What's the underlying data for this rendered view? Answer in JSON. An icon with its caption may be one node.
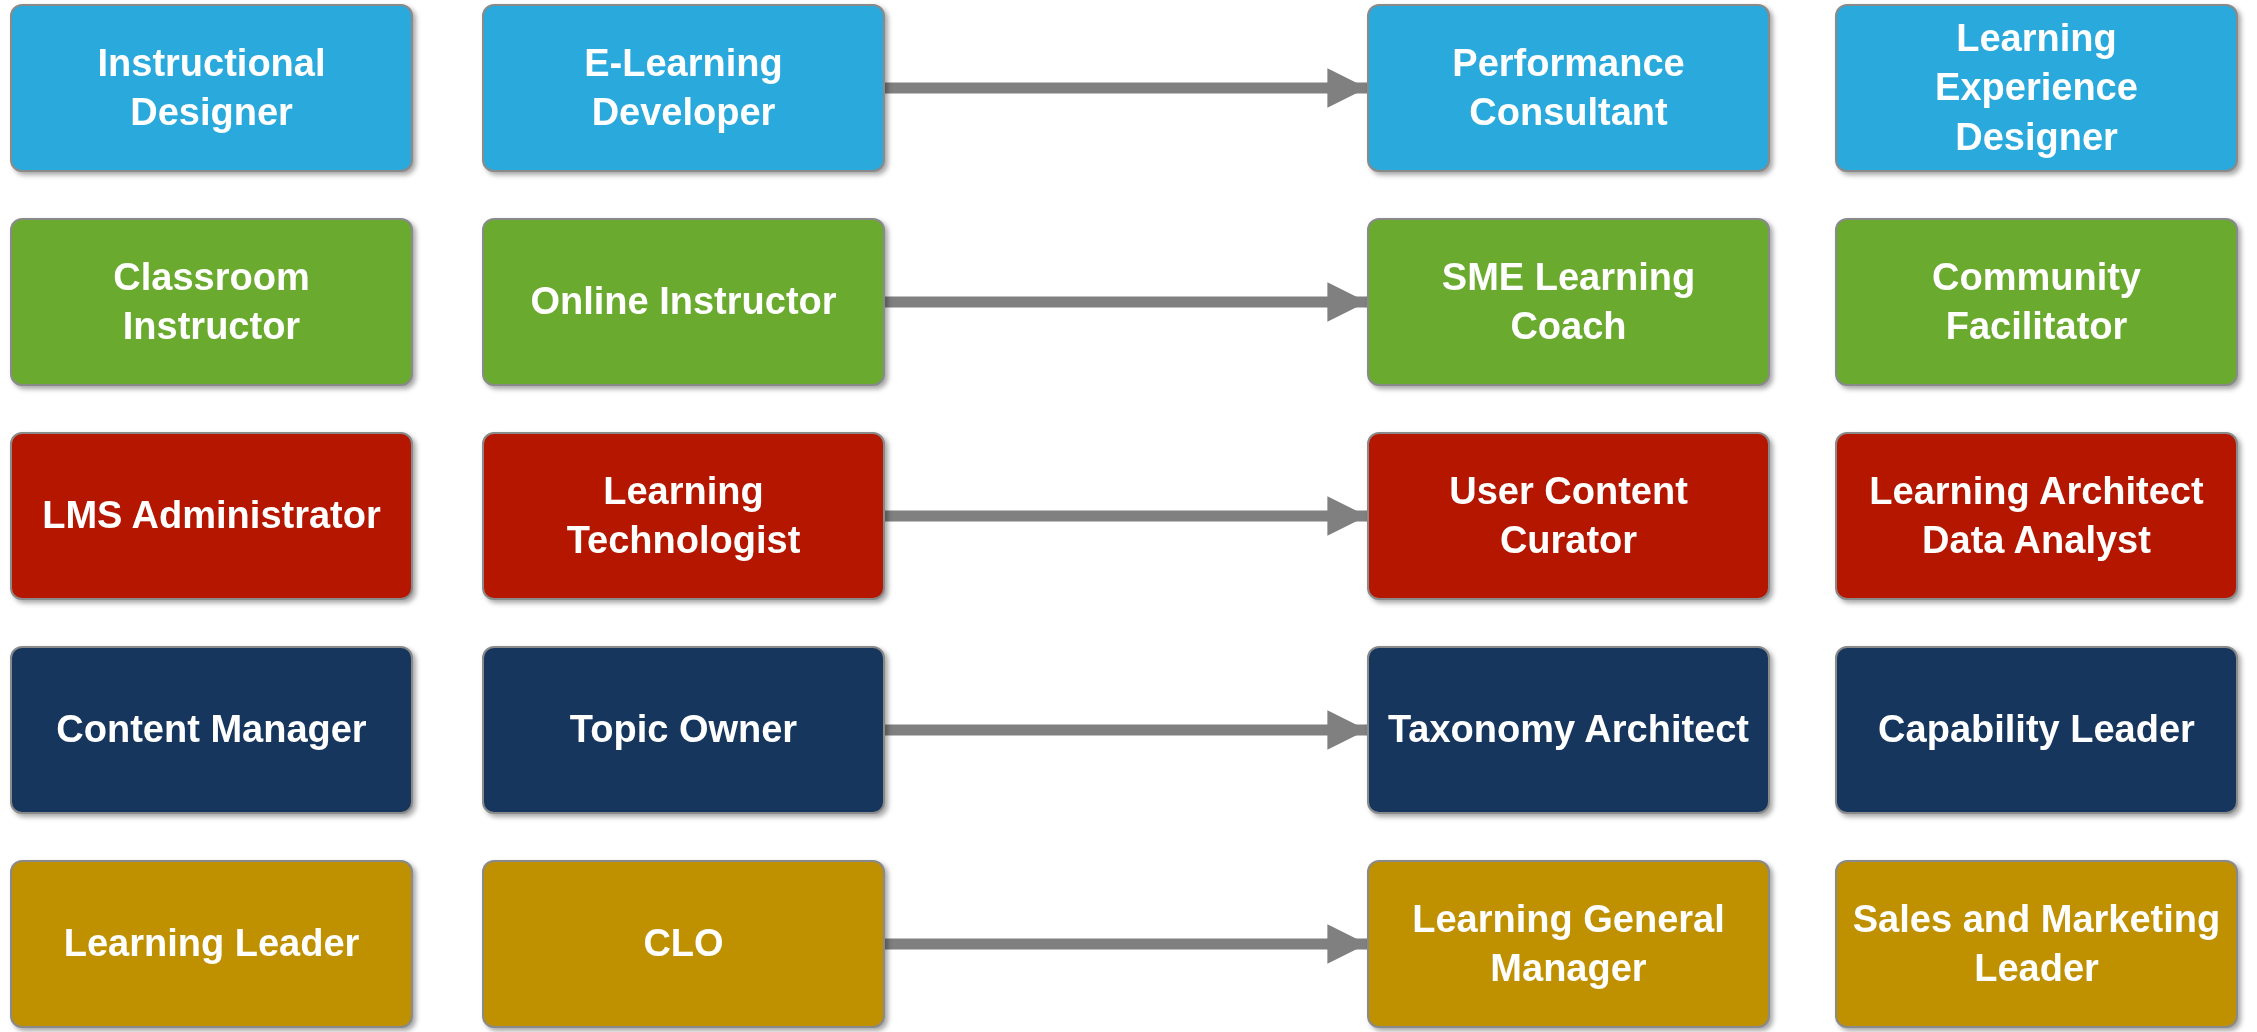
{
  "diagram": {
    "nodes": [
      {
        "text": [
          "Instructional Designer"
        ]
      },
      {
        "text": [
          "E-Learning Developer"
        ]
      },
      {
        "text": [
          "Performance Consultant"
        ]
      },
      {
        "text": [
          "Learning Experience Designer"
        ]
      },
      {
        "text": [
          "Classroom Instructor"
        ]
      },
      {
        "text": [
          "Online Instructor"
        ]
      },
      {
        "text": [
          "SME Learning Coach"
        ]
      },
      {
        "text": [
          "Community Facilitator"
        ]
      },
      {
        "text": [
          "LMS Administrator"
        ]
      },
      {
        "text": [
          "Learning Technologist"
        ]
      },
      {
        "text": [
          "User Content Curator"
        ]
      },
      {
        "text": [
          "Learning Architect Data Analyst"
        ]
      },
      {
        "text": [
          "Content Manager"
        ]
      },
      {
        "text": [
          "Topic Owner"
        ]
      },
      {
        "text": [
          "Taxonomy Architect"
        ]
      },
      {
        "text": [
          "Capability Leader"
        ]
      },
      {
        "text": [
          "Learning Leader"
        ]
      },
      {
        "text": [
          "CLO"
        ]
      },
      {
        "text": [
          "Learning General Manager"
        ]
      },
      {
        "text": [
          "Sales and Marketing Leader"
        ]
      }
    ],
    "edges": [
      {
        "from": 1,
        "to": 2,
        "arrow": "to"
      },
      {
        "from": 5,
        "to": 6,
        "arrow": "to"
      },
      {
        "from": 9,
        "to": 10,
        "arrow": "to"
      },
      {
        "from": 13,
        "to": 14,
        "arrow": "to"
      },
      {
        "from": 17,
        "to": 18,
        "arrow": "to"
      }
    ]
  }
}
